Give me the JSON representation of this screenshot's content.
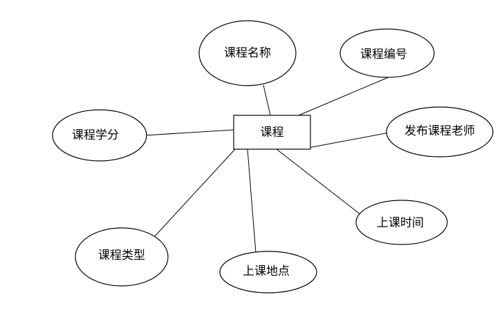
{
  "diagram": {
    "type": "er-diagram",
    "entity": {
      "label": "课程"
    },
    "attributes": [
      {
        "key": "name",
        "label": "课程名称"
      },
      {
        "key": "number",
        "label": "课程编号"
      },
      {
        "key": "credit",
        "label": "课程学分"
      },
      {
        "key": "teacher",
        "label": "发布课程老师"
      },
      {
        "key": "time",
        "label": "上课时间"
      },
      {
        "key": "category",
        "label": "课程类型"
      },
      {
        "key": "location",
        "label": "上课地点"
      }
    ],
    "relationships": [
      {
        "from": "entity",
        "to": "name"
      },
      {
        "from": "entity",
        "to": "number"
      },
      {
        "from": "entity",
        "to": "credit"
      },
      {
        "from": "entity",
        "to": "teacher"
      },
      {
        "from": "entity",
        "to": "time"
      },
      {
        "from": "entity",
        "to": "category"
      },
      {
        "from": "entity",
        "to": "location"
      }
    ]
  }
}
